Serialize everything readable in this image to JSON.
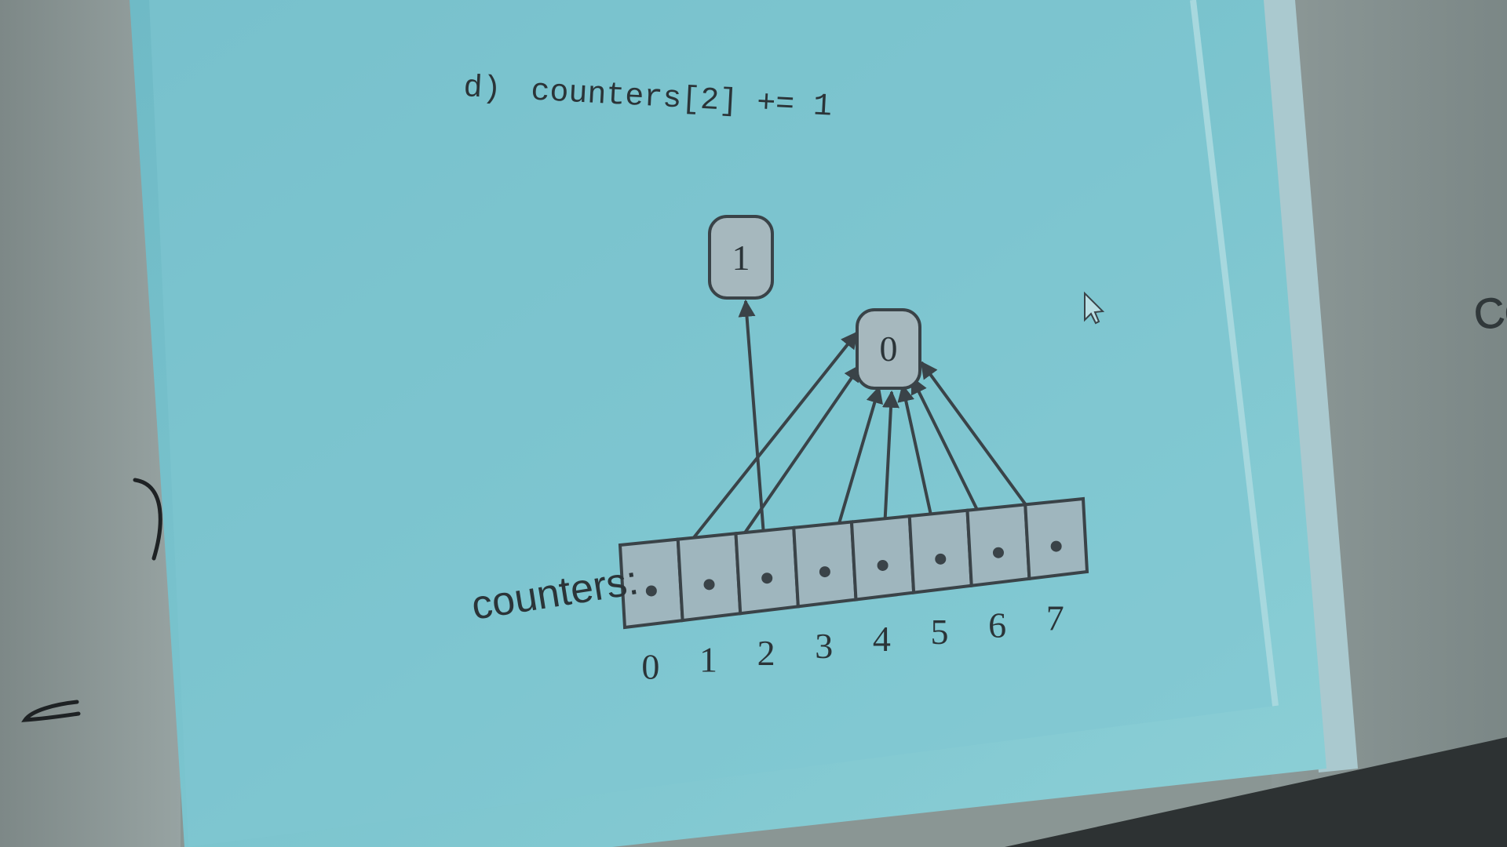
{
  "slide": {
    "heading_label": "d)",
    "heading_code": "counters[2] += 1"
  },
  "diagram": {
    "array_label": "counters:",
    "indices": [
      "0",
      "1",
      "2",
      "3",
      "4",
      "5",
      "6",
      "7"
    ],
    "value_boxes": [
      {
        "label": "1",
        "referenced_by": [
          2
        ]
      },
      {
        "label": "0",
        "referenced_by": [
          0,
          1,
          3,
          4,
          5,
          6,
          7
        ]
      }
    ]
  },
  "edge_text": "Co",
  "colors": {
    "screen": "#79c2cd",
    "cell_fill": "#9fb6be",
    "box_fill": "#a6b8be",
    "ink": "#3a4348",
    "wall": "#8a9694"
  }
}
